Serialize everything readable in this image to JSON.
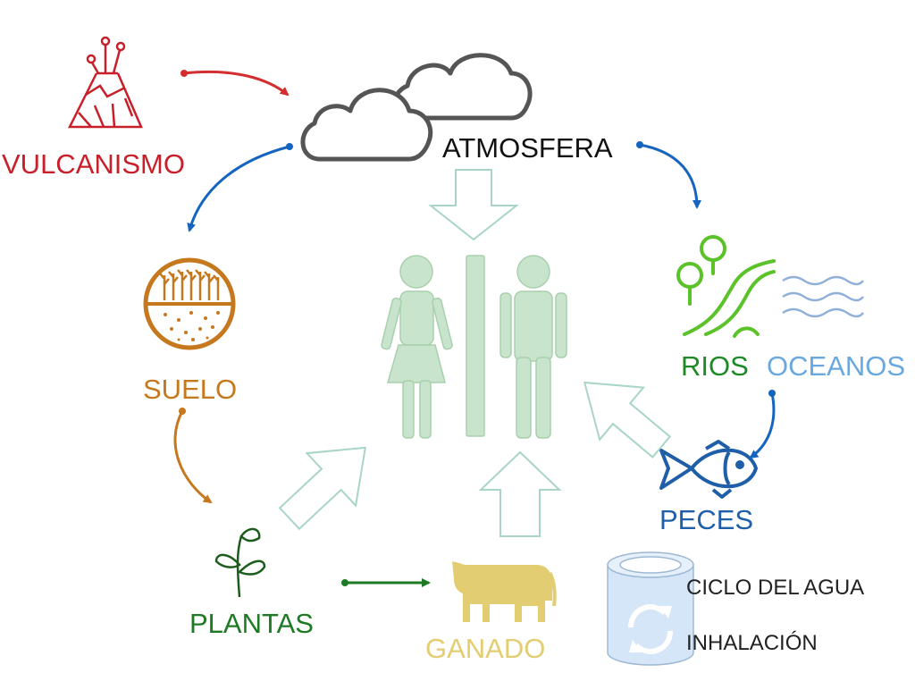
{
  "diagram": {
    "nodes": {
      "vulcanismo": {
        "label": "VULCANISMO",
        "color": "#c8202a"
      },
      "atmosfera": {
        "label": "ATMOSFERA",
        "color": "#111111"
      },
      "suelo": {
        "label": "SUELO",
        "color": "#c6781e"
      },
      "plantas": {
        "label": "PLANTAS",
        "color": "#1e7a25"
      },
      "ganado": {
        "label": "GANADO",
        "color": "#e3cd72"
      },
      "rios": {
        "label": "RIOS",
        "color": "#1e8a25"
      },
      "oceanos": {
        "label": "OCEANOS",
        "color": "#6aa8e0"
      },
      "peces": {
        "label": "PECES",
        "color": "#1f5ea8"
      }
    },
    "legend": {
      "water_cycle": "CICLO DEL AGUA",
      "inhalation": "INHALACIÓN"
    },
    "colors": {
      "cloud": "#555555",
      "blue_arrow": "#1565c0",
      "red_arrow": "#d32f2f",
      "orange_arrow": "#c6781e",
      "green_arrow": "#1b7a23",
      "big_arrow_stroke": "#a8d5c8",
      "people": "#c9e4cc",
      "people_stroke": "#a8d0ac",
      "river": "#5cc22a",
      "waves": "#8fb0d8",
      "legend_cylinder": "#d4e6f7"
    }
  }
}
